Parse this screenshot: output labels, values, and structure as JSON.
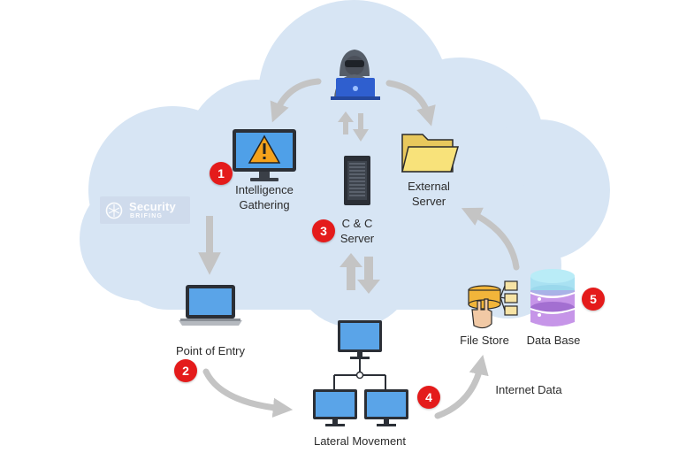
{
  "diagram": {
    "steps": [
      {
        "number": "1",
        "label_line1": "Intelligence",
        "label_line2": "Gathering"
      },
      {
        "number": "2",
        "label_line1": "Point of Entry"
      },
      {
        "number": "3",
        "label_line1": "C & C",
        "label_line2": "Server"
      },
      {
        "number": "4",
        "label_line1": "Lateral Movement"
      },
      {
        "number": "5",
        "label_line1": "Data Base"
      }
    ],
    "external_server": {
      "line1": "External",
      "line2": "Server"
    },
    "file_store": "File Store",
    "internet_data": "Internet Data"
  },
  "watermark": {
    "line1": "Security",
    "line2": "BRIFING"
  },
  "colors": {
    "cloud": "#d6e4f3",
    "arrow": "#bdbdbd",
    "badge": "#e41b1b",
    "screen": "#5aa4e8",
    "folder": "#f8e27a",
    "database": "#c693e8"
  }
}
